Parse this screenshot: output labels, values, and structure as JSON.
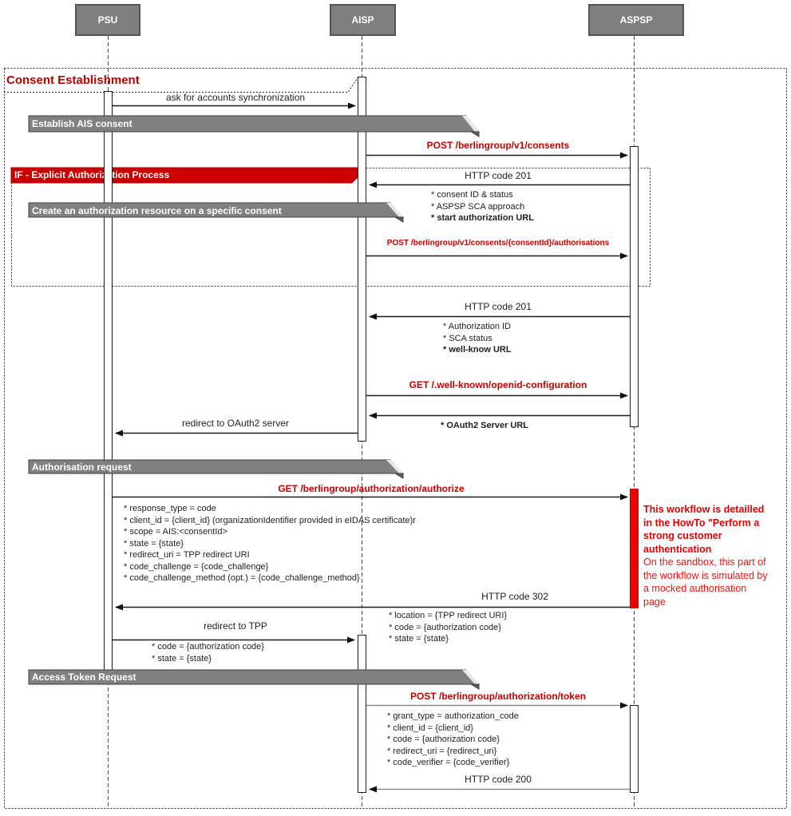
{
  "diagram": {
    "title": "Consent Establishment",
    "if_frame_label": "IF -  Explicit Authorization Process"
  },
  "actors": {
    "psu": "PSU",
    "aisp": "AISP",
    "aspsp": "ASPSP"
  },
  "banners": {
    "establish": "Establish AIS consent",
    "create_auth": "Create an authorization resource on a specific consent",
    "auth_request": "Authorisation request",
    "access_token": "Access Token Request"
  },
  "messages": {
    "ask_sync": "ask for accounts synchronization",
    "post_consents": "POST /berlingroup/v1/consents",
    "http201_first": "HTTP code 201",
    "consent_details": [
      "* consent ID & status",
      "* ASPSP SCA approach",
      "* start authorization URL"
    ],
    "post_authorisations": "POST /berlingroup/v1/consents/{consentId}/authorisations",
    "http201_second": "HTTP code 201",
    "authorization_details": [
      "* Authorization ID",
      "* SCA status",
      "* well-know URL"
    ],
    "get_wellknown": "GET /.well-known/openid-configuration",
    "oauth2_server_url": "* OAuth2 Server URL",
    "redirect_oauth2": "redirect to OAuth2 server",
    "get_authorize": "GET /berlingroup/authorization/authorize",
    "authorize_params": [
      "* response_type = code",
      "* client_id = {client_id} (organizationIdentifier provided in eIDAS certificate)r",
      "* scope = AIS:<consentId>",
      "* state = {state}",
      "* redirect_uri = TPP redirect URI",
      "* code_challenge = {code_challenge}",
      "* code_challenge_method (opt.) = {code_challenge_method}"
    ],
    "http302": "HTTP code 302",
    "http302_details": [
      "* location = {TPP redirect URI}",
      "* code = {authorization code}",
      "* state = {state}"
    ],
    "redirect_tpp": "redirect to TPP",
    "redirect_tpp_details": [
      "* code = {authorization code}",
      "* state = {state}"
    ],
    "post_token": "POST /berlingroup/authorization/token",
    "token_params": [
      "* grant_type = authorization_code",
      "* client_id = {client_id}",
      "* code = {authorization code}",
      "* redirect_uri = {redirect_uri}",
      "* code_verifier = {code_verifier}"
    ],
    "http200": "HTTP code 200"
  },
  "annotation": {
    "bold_lines": [
      "This workflow is detailled",
      "in the HowTo \"Perform a",
      "strong customer",
      "authentication"
    ],
    "normal_lines": [
      "On the sandbox, this part of",
      "the workflow is simulated by",
      "a mocked authorisation",
      "page"
    ]
  },
  "colors": {
    "accent_red": "#cc0000",
    "bar_red": "#ee0202",
    "banner_grey": "#808080",
    "actor_grey": "#7f7f7f"
  }
}
